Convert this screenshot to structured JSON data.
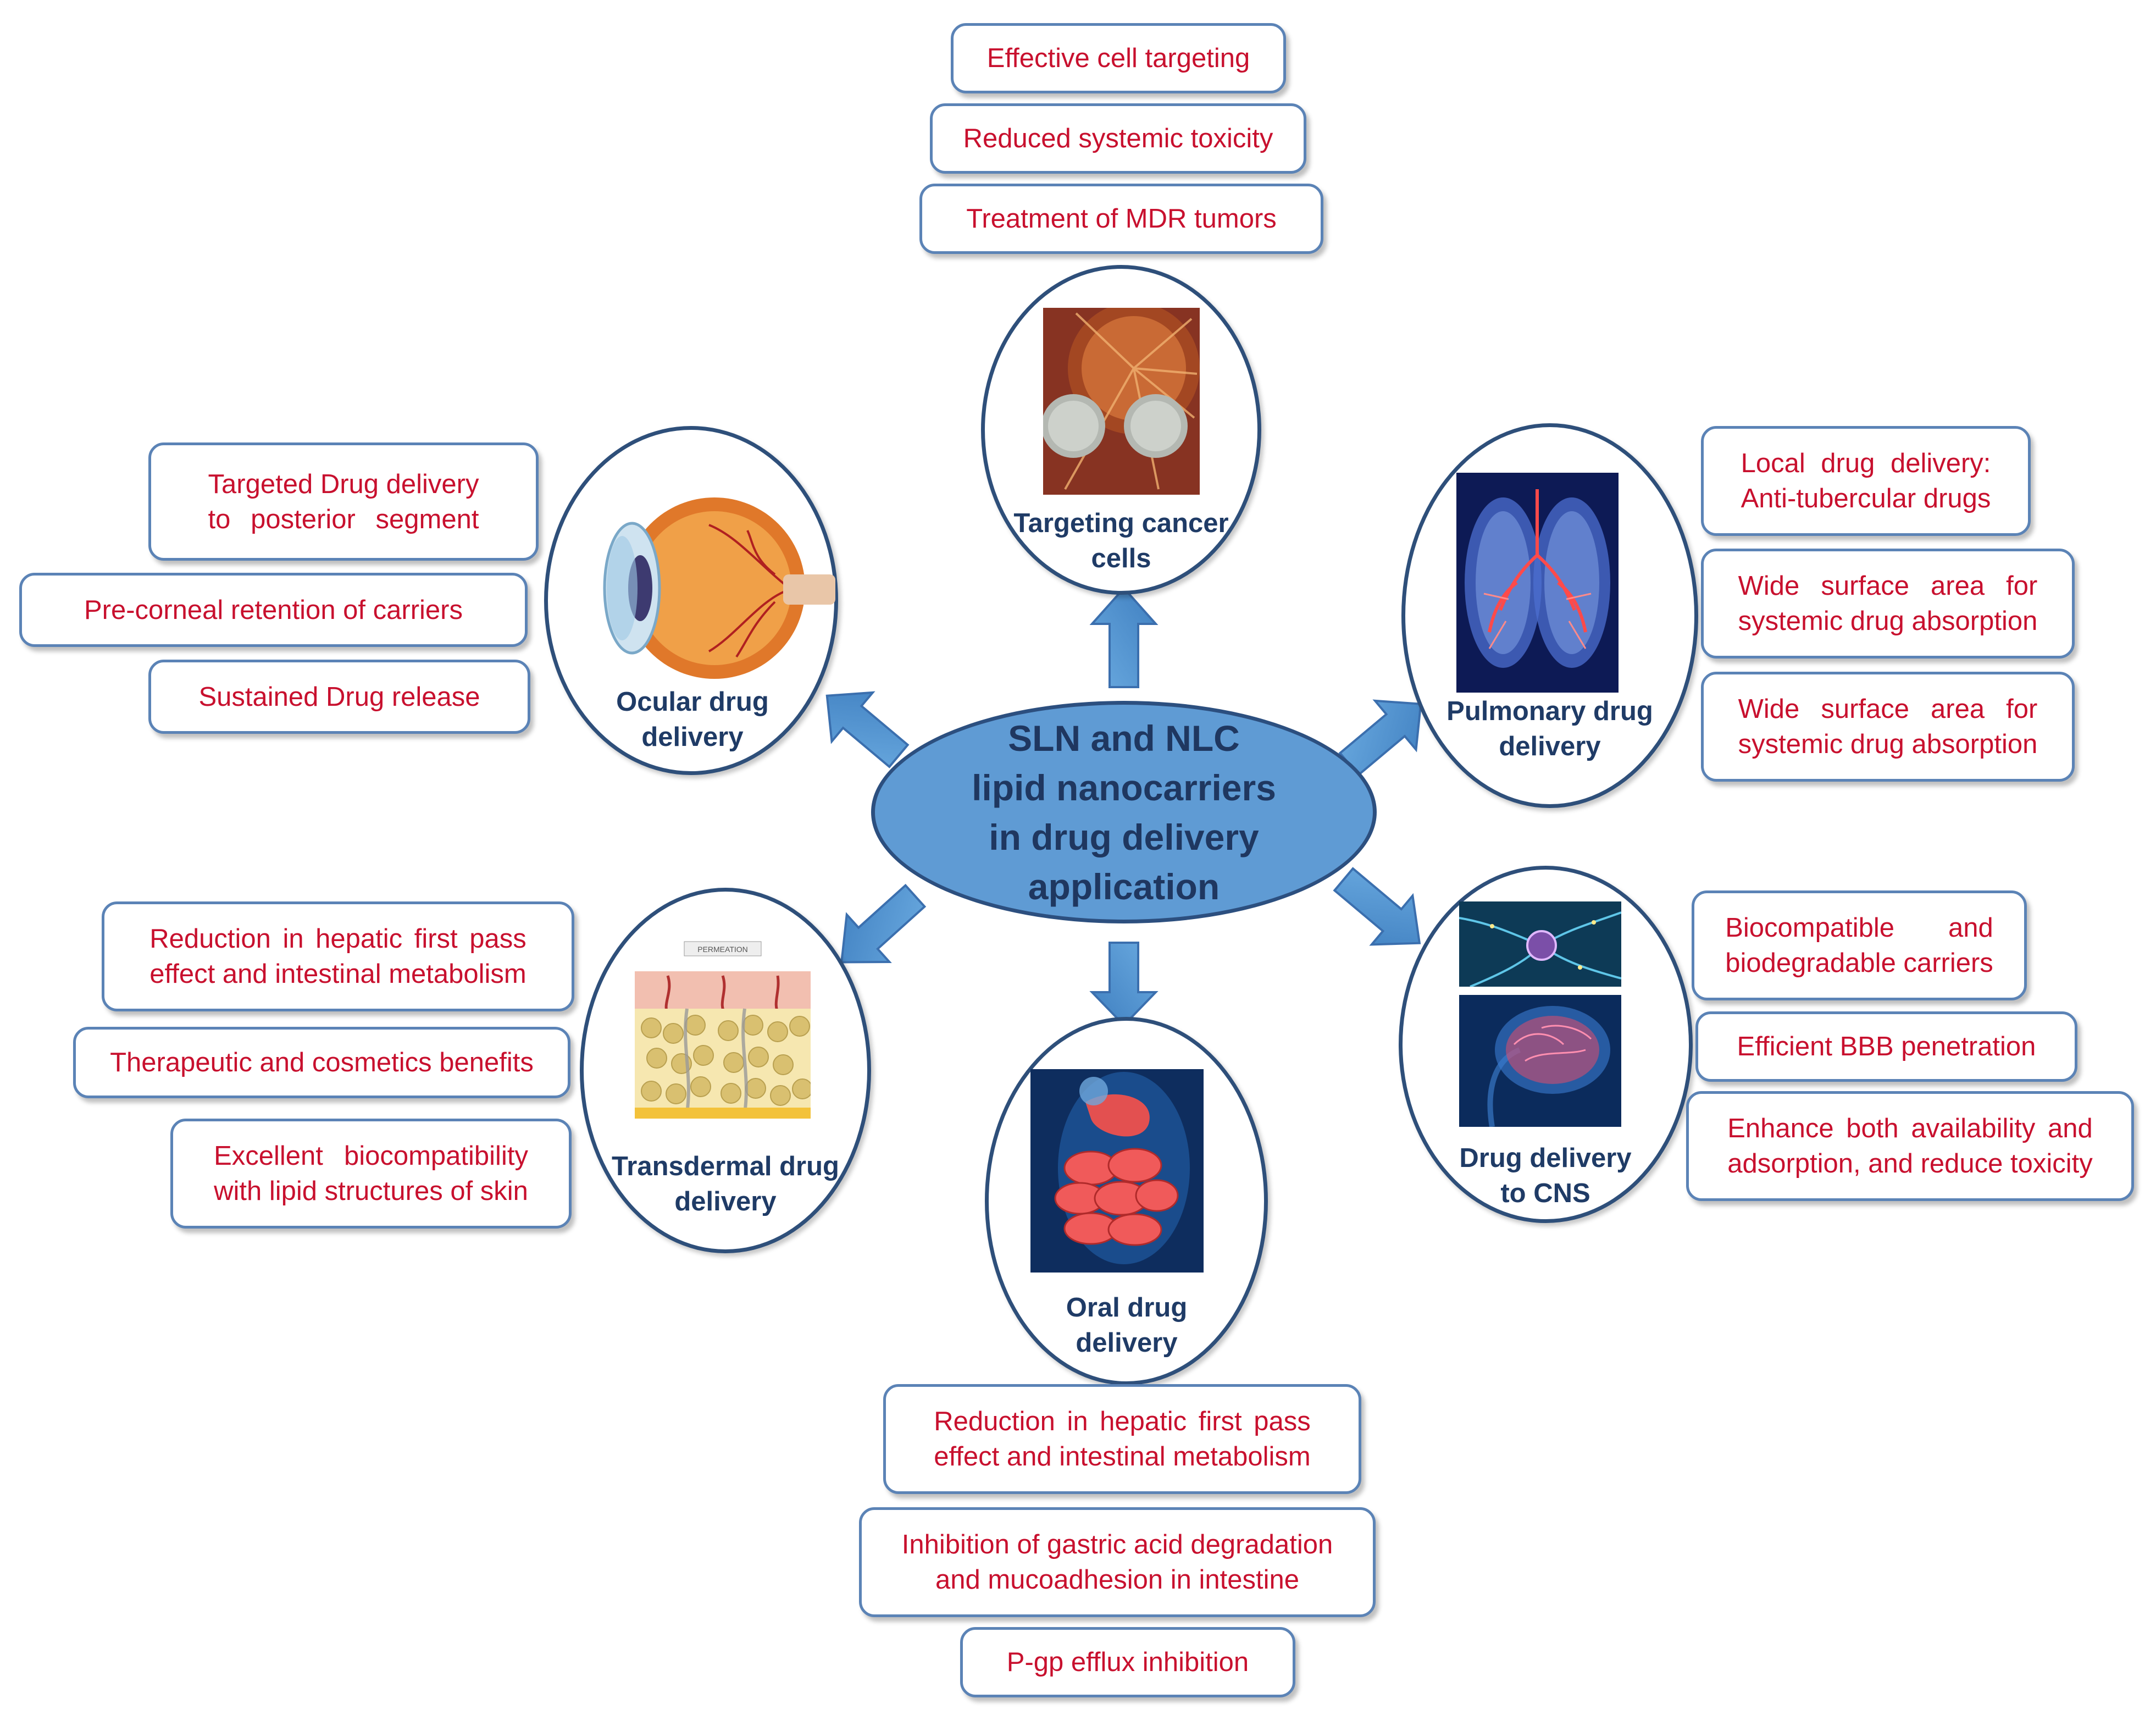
{
  "center": {
    "text": "SLN and NLC\nlipid nanocarriers\nin drug delivery\napplication"
  },
  "colors": {
    "box_text": "#c8102e",
    "box_border": "#5b83b6",
    "circle_border": "#2e4f7a",
    "circle_label": "#1f3b66",
    "center_fill": "#5f9bd4",
    "center_text": "#1f3760",
    "arrow_fill": "#5b9ad5"
  },
  "nodes": {
    "cancer": {
      "label": "Targeting cancer\ncells",
      "icon": "cancer-cell-icon",
      "boxes": [
        "Effective cell targeting",
        "Reduced systemic toxicity",
        "Treatment of MDR tumors"
      ]
    },
    "ocular": {
      "label": "Ocular drug\ndelivery",
      "icon": "eye-icon",
      "boxes": [
        "Targeted Drug delivery\nto posterior segment",
        "Pre-corneal retention of carriers",
        "Sustained Drug release"
      ]
    },
    "pulmonary": {
      "label": "Pulmonary drug\ndelivery",
      "icon": "lungs-icon",
      "boxes": [
        "Local drug delivery:\nAnti-tubercular drugs",
        "Wide surface area for\nsystemic drug absorption",
        "Wide surface area for\nsystemic drug absorption"
      ]
    },
    "transdermal": {
      "label": "Transdermal drug\ndelivery",
      "icon": "skin-layers-icon",
      "image_text": "PERMEATION",
      "boxes": [
        "Reduction in hepatic first pass\neffect and intestinal metabolism",
        "Therapeutic and cosmetics benefits",
        "Excellent biocompatibility\nwith lipid structures of skin"
      ]
    },
    "oral": {
      "label": "Oral drug\ndelivery",
      "icon": "intestine-icon",
      "boxes": [
        "Reduction in hepatic first pass\neffect and intestinal metabolism",
        "Inhibition of gastric acid degradation\nand mucoadhesion in intestine",
        "P-gp efflux inhibition"
      ]
    },
    "cns": {
      "label": "Drug delivery\nto CNS",
      "icon": "brain-icon",
      "boxes": [
        "Biocompatible and\nbiodegradable carriers",
        "Efficient BBB penetration",
        "Enhance both availability and\nadsorption, and reduce toxicity"
      ]
    }
  }
}
